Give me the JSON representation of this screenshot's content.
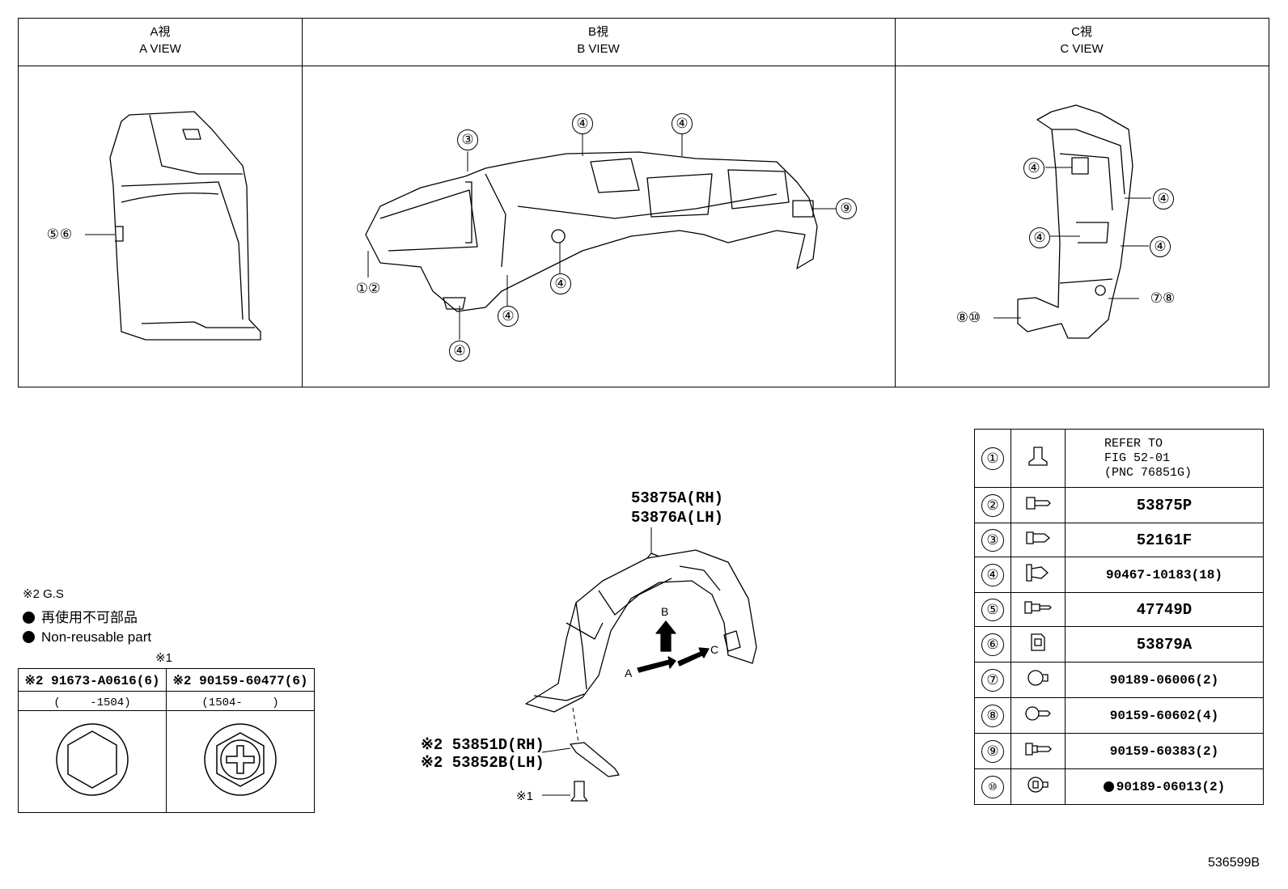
{
  "views": [
    {
      "jp": "A視",
      "en": "A VIEW"
    },
    {
      "jp": "B視",
      "en": "B VIEW"
    },
    {
      "jp": "C視",
      "en": "C VIEW"
    }
  ],
  "callouts": {
    "a": [
      "⑤⑥"
    ],
    "b": [
      "③",
      "④",
      "④",
      "⑨",
      "①②",
      "④",
      "④",
      "④"
    ],
    "c": [
      "④",
      "④",
      "④",
      "④",
      "⑦⑧",
      "⑧⑩"
    ]
  },
  "legend": {
    "gs": "※2 G.S",
    "nonreuse_jp": "再使用不可部品",
    "nonreuse_en": "Non-reusable part",
    "note1": "※1"
  },
  "hardware_table": {
    "headers": [
      "※2 91673-A0616(6)",
      "※2 90159-60477(6)"
    ],
    "dates": [
      "(　　 -1504)",
      "(1504-　　 )"
    ]
  },
  "main": {
    "part_rh": "53875A(RH)",
    "part_lh": "53876A(LH)",
    "sub_rh": "※2 53851D(RH)",
    "sub_lh": "※2 53852B(LH)",
    "bolt": "※1",
    "arrows": {
      "a": "A",
      "b": "B",
      "c": "C"
    }
  },
  "parts": [
    {
      "num": "①",
      "text": "REFER TO\nFIG 52-01\n(PNC 76851G)",
      "icon": "clip-icon"
    },
    {
      "num": "②",
      "text": "53875P",
      "icon": "screw-icon"
    },
    {
      "num": "③",
      "text": "52161F",
      "icon": "clip-icon"
    },
    {
      "num": "④",
      "text": "90467-10183(18)",
      "icon": "clip-icon"
    },
    {
      "num": "⑤",
      "text": "47749D",
      "icon": "screw-icon"
    },
    {
      "num": "⑥",
      "text": "53879A",
      "icon": "nut-icon"
    },
    {
      "num": "⑦",
      "text": "90189-06006(2)",
      "icon": "nut-icon"
    },
    {
      "num": "⑧",
      "text": "90159-60602(4)",
      "icon": "screw-icon"
    },
    {
      "num": "⑨",
      "text": "90159-60383(2)",
      "icon": "screw-icon"
    },
    {
      "num": "⑩",
      "text": "90189-06013(2)",
      "icon": "nut-icon",
      "nonreusable": true
    }
  ],
  "footer_id": "536599B"
}
